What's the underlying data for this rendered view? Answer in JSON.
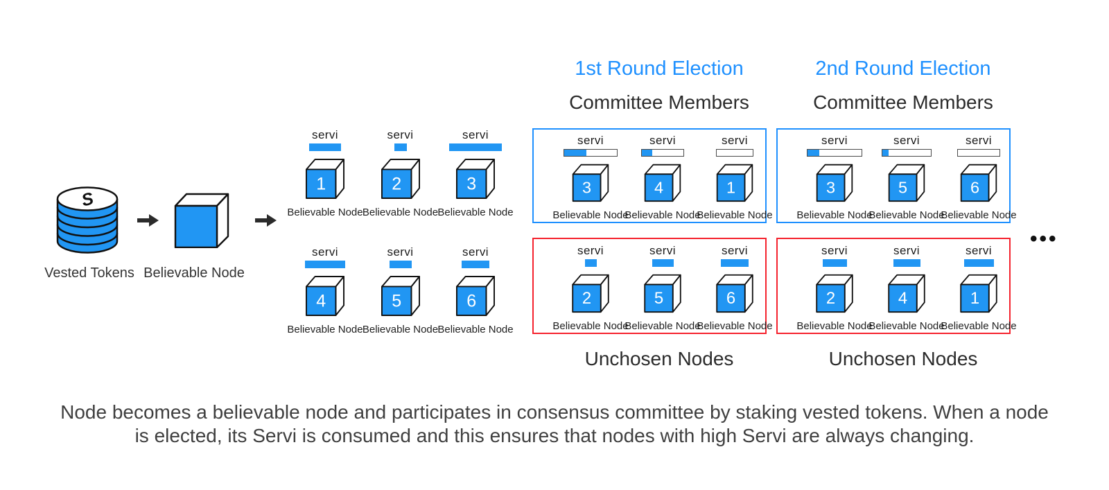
{
  "colors": {
    "accent_blue": "#1E90FF",
    "fill_blue": "#2196F3",
    "box_red": "#F5222D",
    "outline_dark": "#1a1a1a"
  },
  "labels": {
    "servi": "servi",
    "believable_node": "Believable Node",
    "ellipsis": "•••"
  },
  "icons": {
    "coin_stack": "vested-tokens-coin-stack",
    "coin_symbol": "token-s-symbol",
    "intro_cube": "believable-node-cube",
    "arrow": "right-arrow",
    "ellipsis": "more-rounds-ellipsis"
  },
  "intro": {
    "vested_tokens_label": "Vested Tokens",
    "believable_node_label": "Believable Node"
  },
  "free_nodes": {
    "rows": [
      [
        {
          "num": "1",
          "bar": {
            "type": "solid",
            "width": 46
          }
        },
        {
          "num": "2",
          "bar": {
            "type": "solid",
            "width": 18
          }
        },
        {
          "num": "3",
          "bar": {
            "type": "solid",
            "width": 76
          }
        }
      ],
      [
        {
          "num": "4",
          "bar": {
            "type": "solid",
            "width": 58
          }
        },
        {
          "num": "5",
          "bar": {
            "type": "solid",
            "width": 32
          }
        },
        {
          "num": "6",
          "bar": {
            "type": "solid",
            "width": 40
          }
        }
      ]
    ]
  },
  "rounds": [
    {
      "title": "1st Round Election",
      "committee_title": "Committee Members",
      "unchosen_title": "Unchosen Nodes",
      "committee": [
        {
          "num": "3",
          "bar": {
            "type": "meter",
            "total": 78,
            "fill": 32
          }
        },
        {
          "num": "4",
          "bar": {
            "type": "meter",
            "total": 62,
            "fill": 15
          }
        },
        {
          "num": "1",
          "bar": {
            "type": "meter",
            "total": 54,
            "fill": 0
          }
        }
      ],
      "unchosen": [
        {
          "num": "2",
          "bar": {
            "type": "solid",
            "width": 17
          }
        },
        {
          "num": "5",
          "bar": {
            "type": "solid",
            "width": 31
          }
        },
        {
          "num": "6",
          "bar": {
            "type": "solid",
            "width": 40
          }
        }
      ]
    },
    {
      "title": "2nd Round Election",
      "committee_title": "Committee Members",
      "unchosen_title": "Unchosen Nodes",
      "committee": [
        {
          "num": "3",
          "bar": {
            "type": "meter",
            "total": 80,
            "fill": 17
          }
        },
        {
          "num": "5",
          "bar": {
            "type": "meter",
            "total": 72,
            "fill": 9
          }
        },
        {
          "num": "6",
          "bar": {
            "type": "meter",
            "total": 62,
            "fill": 0
          }
        }
      ],
      "unchosen": [
        {
          "num": "2",
          "bar": {
            "type": "solid",
            "width": 35
          }
        },
        {
          "num": "4",
          "bar": {
            "type": "solid",
            "width": 39
          }
        },
        {
          "num": "1",
          "bar": {
            "type": "solid",
            "width": 43
          }
        }
      ]
    }
  ],
  "caption": {
    "line1": "Node becomes a believable node and participates in consensus committee by staking vested tokens. When a node",
    "line2": "is elected, its Servi is consumed and this ensures that nodes with high Servi are always changing."
  }
}
